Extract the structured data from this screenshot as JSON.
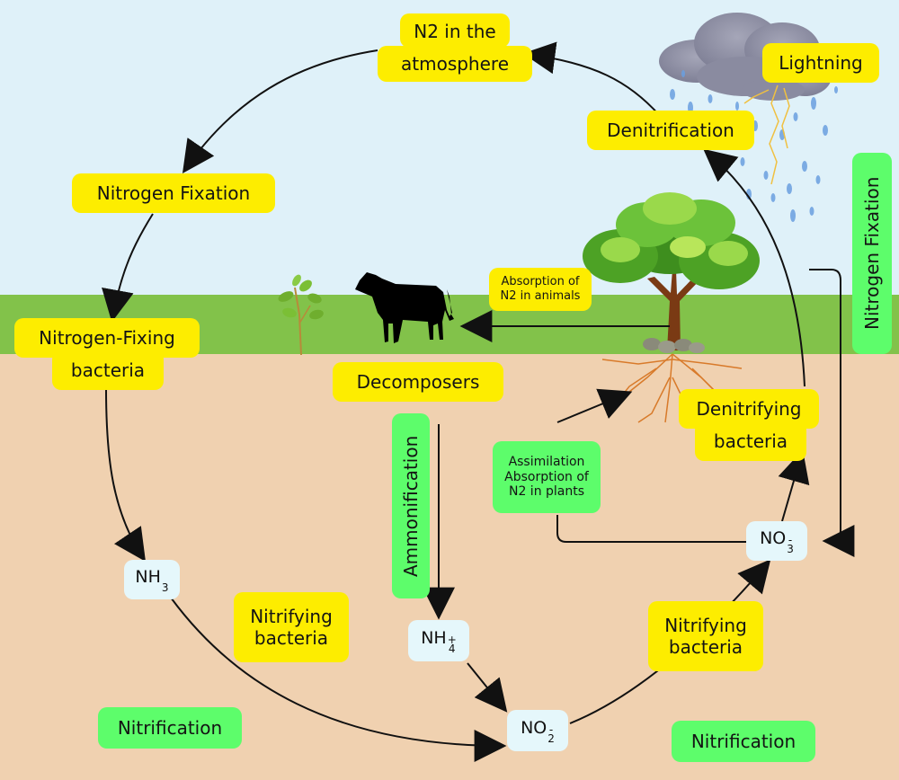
{
  "diagram": {
    "title": "Nitrogen cycle",
    "colors": {
      "sky": "#dff1f9",
      "grass": "#82c24a",
      "soil": "#f0d1b0",
      "process_label": "#fded00",
      "stage_label": "#5dfd6b",
      "compound_label": "#e5f7fb",
      "arrow": "#111111"
    },
    "labels": {
      "n2_atmosphere": "N2 in the atmosphere",
      "n2_atmosphere_line1": "N2 in the",
      "n2_atmosphere_line2": "atmosphere",
      "lightning": "Lightning",
      "denitrification": "Denitrification",
      "nitrogen_fixation_top": "Nitrogen Fixation",
      "nitrogen_fixation_side": "Nitrogen Fixation",
      "nitrogen_fixing_bacteria_line1": "Nitrogen-Fixing",
      "nitrogen_fixing_bacteria_line2": "bacteria",
      "absorption_animals_line1": "Absorption of",
      "absorption_animals_line2": "N2 in animals",
      "decomposers": "Decomposers",
      "ammonification": "Ammonification",
      "assimilation_line1": "Assimilation",
      "assimilation_line2": "Absorption of",
      "assimilation_line3": "N2 in plants",
      "denitrifying_bacteria_line1": "Denitrifying",
      "denitrifying_bacteria_line2": "bacteria",
      "nitrifying_bacteria_left_line1": "Nitrifying",
      "nitrifying_bacteria_left_line2": "bacteria",
      "nitrifying_bacteria_right_line1": "Nitrifying",
      "nitrifying_bacteria_right_line2": "bacteria",
      "nitrification_left": "Nitrification",
      "nitrification_right": "Nitrification"
    },
    "compounds": {
      "nh3": {
        "base": "NH",
        "sub": "3",
        "sup": ""
      },
      "nh4": {
        "base": "NH",
        "sub": "4",
        "sup": "+"
      },
      "no2": {
        "base": "NO",
        "sub": "2",
        "sup": "-"
      },
      "no3": {
        "base": "NO",
        "sub": "3",
        "sup": "-"
      }
    },
    "illustrations": [
      "storm-cloud-with-rain",
      "lightning-bolt",
      "tree-with-roots",
      "cow-silhouette",
      "small-plant"
    ]
  }
}
